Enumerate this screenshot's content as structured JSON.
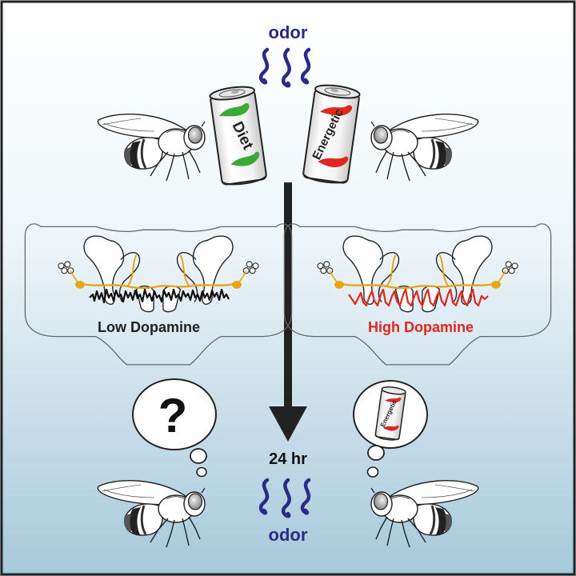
{
  "labels": {
    "odor_top": "odor",
    "odor_bottom": "odor",
    "time": "24 hr",
    "low_dopamine": "Low Dopamine",
    "high_dopamine": "High Dopamine",
    "question_mark": "?"
  },
  "cans": {
    "diet": "Diet",
    "energetic": "Energetic",
    "thought_energetic": "Energetic"
  },
  "colors": {
    "odor": "#2b2a86",
    "diet_accent": "#3aa935",
    "energetic_accent": "#e0261f",
    "high_dopamine": "#e0261f",
    "low_dopamine_trace": "#111111",
    "neuron": "#e8a317",
    "arrow": "#222222"
  }
}
